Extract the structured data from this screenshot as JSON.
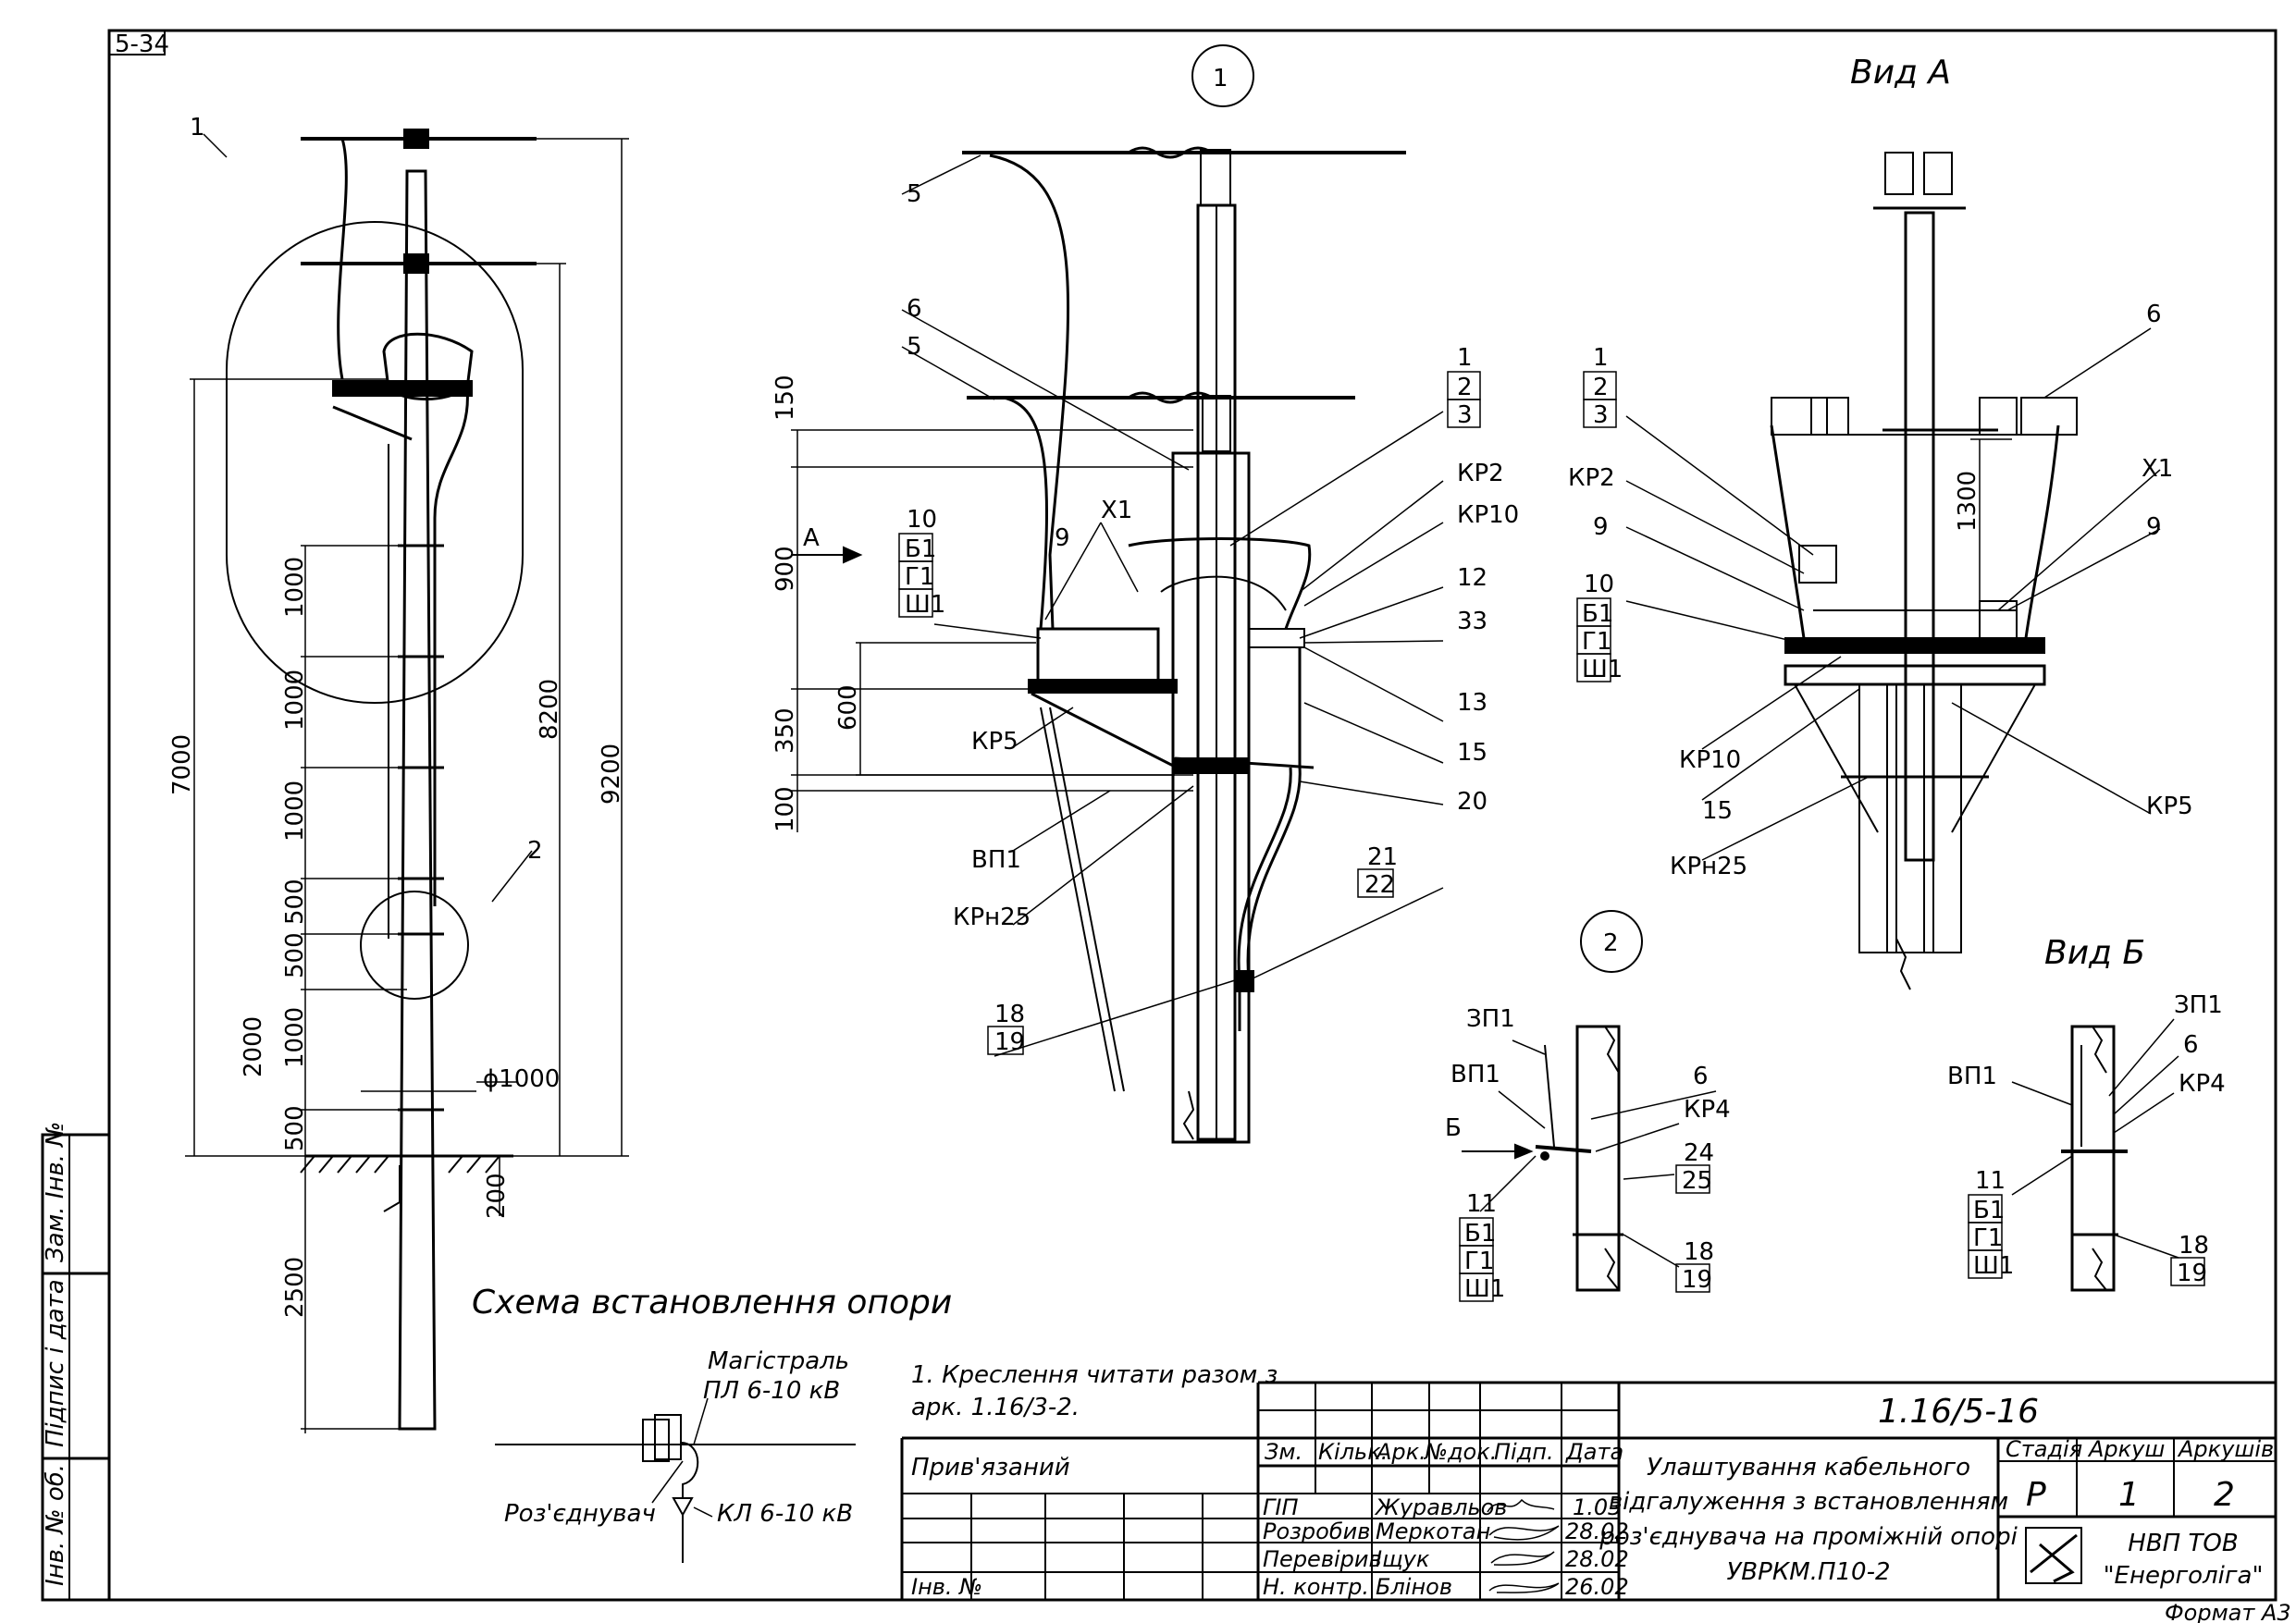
{
  "sheet_tag": "5-34",
  "views": {
    "circle_1": "1",
    "circle_2": "2",
    "view_a": "Вид А",
    "view_b": "Вид Б",
    "scheme_title": "Схема встановлення опори",
    "arrow_a": "А",
    "arrow_b": "Б"
  },
  "left_dims": {
    "d1000a": "1000",
    "d1000b": "1000",
    "d1000c": "1000",
    "d500a": "500",
    "d500b": "500",
    "d1000d": "1000",
    "d500c": "500",
    "d2000": "2000",
    "d7000": "7000",
    "d8200": "8200",
    "d9200": "9200",
    "d2500": "2500",
    "d200": "200",
    "d_phi": "ϕ1000",
    "l1": "1",
    "l2": "2"
  },
  "mid_dims": {
    "d150": "150",
    "d900": "900",
    "d600": "600",
    "d350": "350",
    "d100": "100",
    "a1300": "1300"
  },
  "callouts": {
    "c5a": "5",
    "c6": "6",
    "c5b": "5",
    "c1": "1",
    "c2": "2",
    "c3": "3",
    "cKR2": "КР2",
    "cKR10": "КР10",
    "c12": "12",
    "c33": "33",
    "c13": "13",
    "c15": "15",
    "c20": "20",
    "c21": "21",
    "c22": "22",
    "c18": "18",
    "c19": "19",
    "cX1": "Х1",
    "c9": "9",
    "c10": "10",
    "cB1": "Б1",
    "cG1": "Г1",
    "cSh1": "Ш1",
    "cKR5": "КР5",
    "cVP1": "ВП1",
    "cKRn25": "КРн25",
    "aC6": "6",
    "a1": "1",
    "a2": "2",
    "a3": "3",
    "aKR2": "КР2",
    "a9l": "9",
    "aX1": "Х1",
    "a9r": "9",
    "a10": "10",
    "aB1": "Б1",
    "aG1": "Г1",
    "aSh1": "Ш1",
    "aKR10": "КР10",
    "a15": "15",
    "aKRn25": "КРн25",
    "aKR5": "КР5",
    "bZP1": "ЗП1",
    "bVP1": "ВП1",
    "b6": "6",
    "bKR4": "КР4",
    "b24": "24",
    "b25": "25",
    "b11": "11",
    "bB1": "Б1",
    "bG1": "Г1",
    "bSh1": "Ш1",
    "b18": "18",
    "b19": "19",
    "vZP1": "ЗП1",
    "v6": "6",
    "vKR4": "КР4",
    "vVP1": "ВП1",
    "v11": "11",
    "vB1": "Б1",
    "vG1": "Г1",
    "vSh1": "Ш1",
    "v18": "18",
    "v19": "19"
  },
  "scheme": {
    "main_line_1": "Магістраль",
    "main_line_2": "ПЛ 6-10 кВ",
    "disconnector": "Роз'єднувач",
    "cable_line": "КЛ 6-10 кВ"
  },
  "note": {
    "line1": "1. Креслення читати разом з",
    "line2": "арк. 1.16/3-2."
  },
  "side_stamp": {
    "zam": "Зам. Інв. №",
    "pidpys": "Підпис і дата",
    "inv": "Інв. № об."
  },
  "title_block": {
    "code": "1.16/5-16",
    "pryviazanyi": "Прив'язаний",
    "inv_no": "Інв. №",
    "headers": [
      "Зм.",
      "Кільк.",
      "Арк.",
      "№док.",
      "Підп.",
      "Дата"
    ],
    "rows": [
      {
        "role": "ГІП",
        "name": "Журавльов",
        "date": "1.03"
      },
      {
        "role": "Розробив",
        "name": "Меркотан",
        "date": "28.02"
      },
      {
        "role": "Перевірив",
        "name": "Іщук",
        "date": "28.02"
      },
      {
        "role": "Н. контр.",
        "name": "Блінов",
        "date": "26.02"
      }
    ],
    "title_lines": [
      "Улаштування кабельного",
      "відгалуження з встановленням",
      "роз'єднувача на проміжній опорі",
      "УВРКМ.П10-2"
    ],
    "stage_label": "Стадія",
    "sheet_label": "Аркуш",
    "sheets_label": "Аркушів",
    "stage": "Р",
    "sheet": "1",
    "sheets": "2",
    "org_line1": "НВП ТОВ",
    "org_line2": "\"Енерголіга\""
  },
  "format": "Формат А3"
}
